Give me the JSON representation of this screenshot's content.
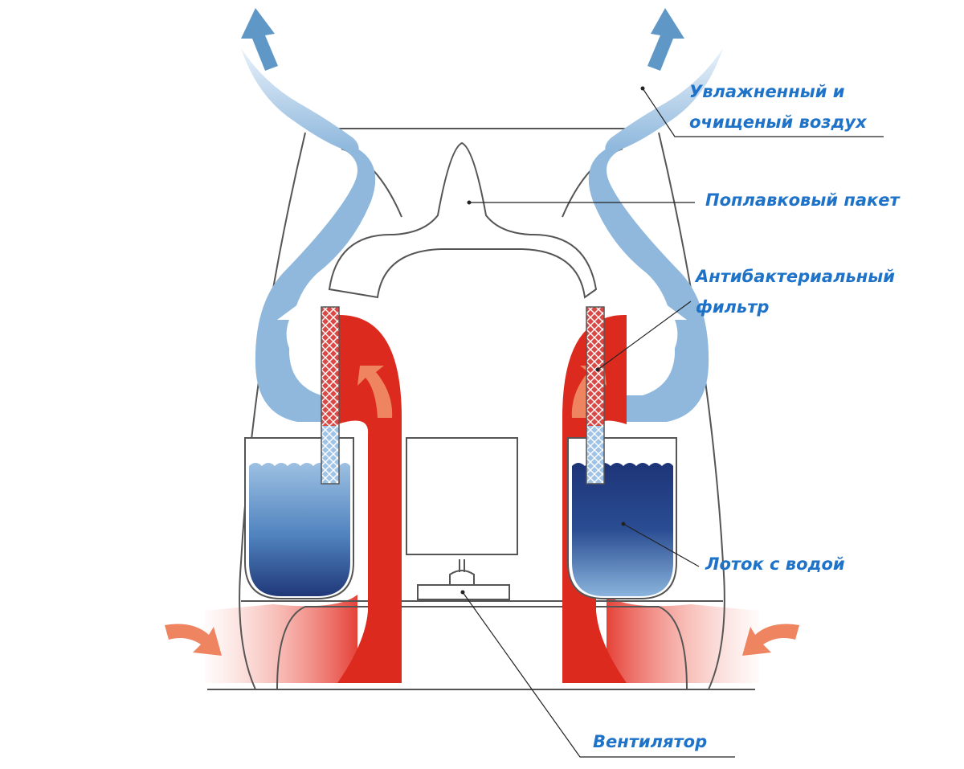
{
  "diagram": {
    "label_color": "#1E73C8",
    "labels": {
      "humidified_air": {
        "line1": "Увлажненный и",
        "line2": "очищеный воздух"
      },
      "float_package": "Поплавковый пакет",
      "antibacterial_filter": {
        "line1": "Антибактериальный",
        "line2": "фильтр"
      },
      "water_tray": "Лоток с водой",
      "fan": "Вентилятор"
    },
    "colors": {
      "warm_air": "#DD2A1F",
      "inflow_arrow": "#EE8560",
      "clean_air_flow": "#8FB8DC",
      "clean_air_arrow": "#5F97C7",
      "water_light": "#6A9CCC",
      "water_dark": "#20367A",
      "outline": "#555555"
    }
  }
}
